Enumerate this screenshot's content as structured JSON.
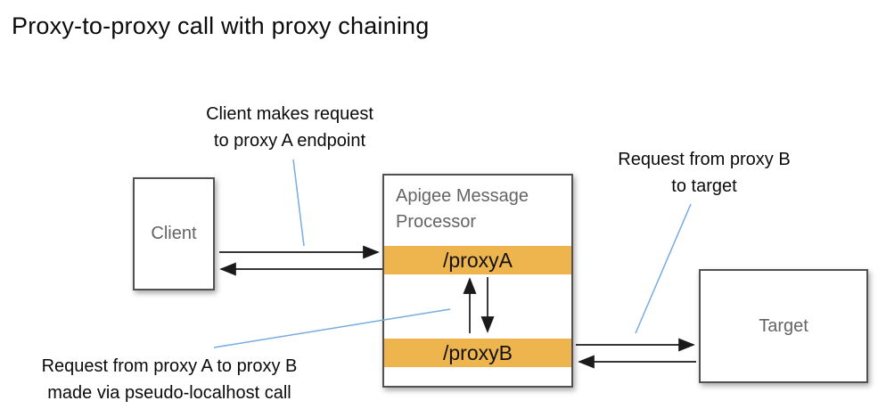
{
  "title": "Proxy-to-proxy call with proxy chaining",
  "nodes": {
    "client": {
      "label": "Client"
    },
    "message_processor": {
      "label": "Apigee Message Processor",
      "endpoints": [
        {
          "label": "/proxyA"
        },
        {
          "label": "/proxyB"
        }
      ]
    },
    "target": {
      "label": "Target"
    }
  },
  "annotations": {
    "client_request": {
      "line1": "Client makes request",
      "line2": "to proxy A endpoint"
    },
    "proxy_b_to_target": {
      "line1": "Request from proxy B",
      "line2": "to target"
    },
    "proxy_a_to_proxy_b": {
      "line1": "Request from proxy A to proxy B",
      "line2": "made via pseudo-localhost call"
    }
  },
  "colors": {
    "endpoint_band": "#EEB44E",
    "box_border": "#515153",
    "box_fill": "#FFFFFF",
    "label_gray": "#646464",
    "annotation_text": "#0B0B0B",
    "arrow": "#1A1A1A",
    "callout_line": "#76ACDF"
  }
}
